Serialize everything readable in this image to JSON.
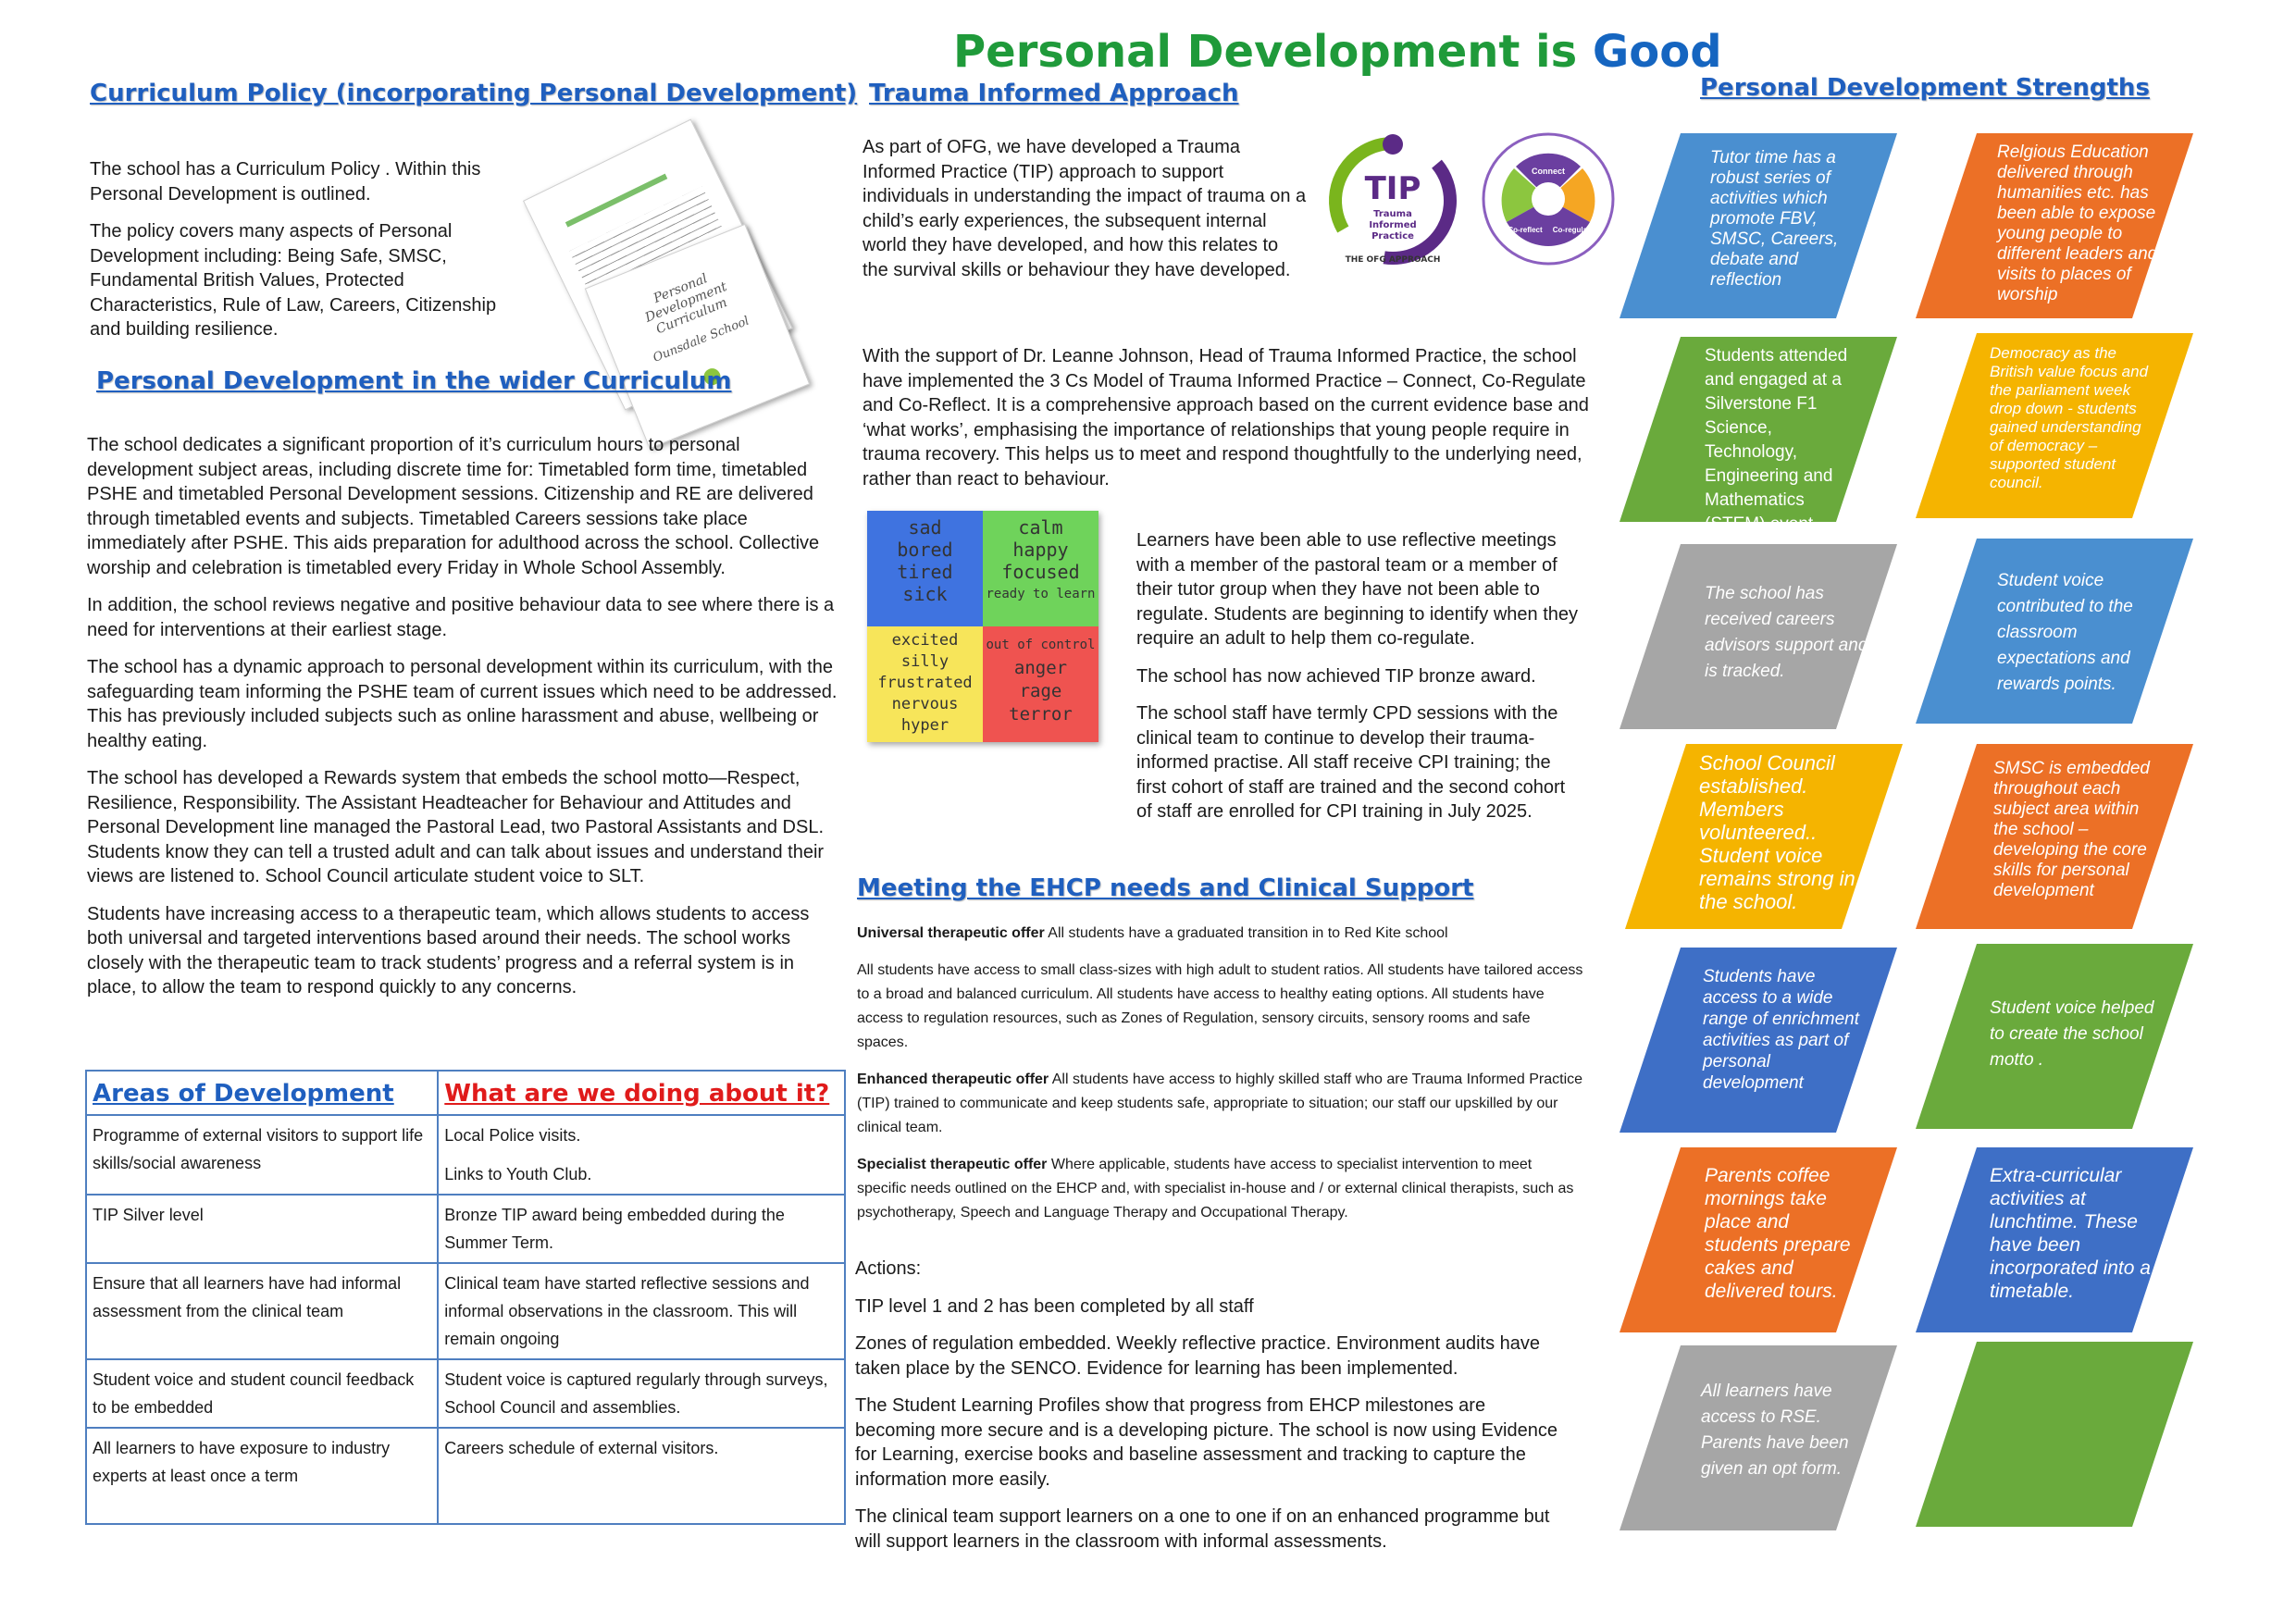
{
  "title": {
    "part1": "Personal Development is ",
    "part2": "Good"
  },
  "curriculum": {
    "heading": "Curriculum Policy (incorporating Personal Development)",
    "paragraphs": [
      "The school has a Curriculum Policy . Within this Personal Development is outlined.",
      "The policy covers many aspects of Personal Development including: Being Safe, SMSC, Fundamental British Values, Protected Characteristics, Rule of Law, Careers, Citizenship and building resilience."
    ],
    "doc_front_title": "Personal Development Curriculum",
    "doc_front_school": "Ounsdale School"
  },
  "wider": {
    "heading": "Personal Development in the wider Curriculum",
    "paragraphs": [
      "The school dedicates a significant proportion of it’s curriculum hours to personal development subject areas, including discrete time for: Timetabled form time, timetabled PSHE and timetabled Personal Development sessions. Citizenship and RE are delivered through timetabled events and subjects. Timetabled Careers sessions take place immediately after PSHE. This aids preparation for adulthood across the school. Collective worship and celebration is timetabled every Friday in Whole School Assembly.",
      "In addition, the school reviews negative and positive behaviour data to see where there is a need for interventions at their earliest stage.",
      "The school has a dynamic approach to personal development within its curriculum, with the safeguarding team informing the PSHE team of current issues which need to be addressed. This has previously included subjects such as online harassment and abuse, wellbeing or healthy eating.",
      "The school has developed a Rewards system that embeds the school motto—Respect, Resilience, Responsibility. The Assistant Headteacher for Behaviour and Attitudes and Personal Development line managed the Pastoral Lead, two Pastoral Assistants and DSL. Students know they can tell a trusted adult and can talk about issues and understand their views are listened to.  School Council articulate student voice to SLT.",
      "Students have increasing access to a therapeutic team, which allows students to access both universal and targeted interventions based around their needs. The school works closely with the therapeutic team to track students’  progress and a referral system is in place, to allow the team to respond quickly to any concerns."
    ]
  },
  "table": {
    "col1_header": "Areas of Development",
    "col2_header": "What are we doing about it?",
    "rows": [
      {
        "area": "Programme of external visitors to support life skills/social awareness",
        "action1": "Local Police visits.",
        "action2": "Links to Youth Club."
      },
      {
        "area": "TIP Silver level",
        "action1": "Bronze TIP award being embedded during the Summer Term.",
        "action2": ""
      },
      {
        "area": "Ensure that all learners have had informal assessment from the clinical team",
        "action1": "Clinical team have started reflective sessions and informal observations in the classroom. This will remain ongoing",
        "action2": ""
      },
      {
        "area": "Student voice and student council feedback to be embedded",
        "action1": "Student voice is captured regularly through surveys, School Council and assemblies.",
        "action2": ""
      },
      {
        "area": "All learners to have exposure to industry experts at least once a term",
        "action1": "Careers schedule of external visitors.",
        "action2": ""
      }
    ]
  },
  "trauma": {
    "heading": "Trauma Informed Approach",
    "intro": "As part of OFG, we have developed a  Trauma Informed Practice (TIP)  approach to support individuals in  understanding the    impact of trauma on a child’s early experiences, the subsequent internal world they have  developed, and how this relates to the survival skills or  behaviour they have developed.",
    "support": "With the support of Dr. Leanne Johnson,  Head of Trauma Informed  Practice, the school have implemented the 3 Cs Model of Trauma Informed Practice – Connect, Co-Regulate and Co-Reflect. It is a comprehensive   approach based on the  current evidence base and ‘what works’, emphasising the importance of   relationships that young people require in  trauma recovery. This helps us to meet and  respond thoughtfully to the underlying need, rather than react to behaviour.",
    "reflective": [
      "Learners have been able to use reflective meetings with a member of the pastoral team or a member of their tutor group when they have not been able to regulate. Students are beginning to identify when they require an adult to help them co-regulate.",
      "The school has now achieved TIP bronze award.",
      "The school staff have termly CPD sessions with the clinical team to continue to develop their trauma-informed practise. All staff receive CPI training; the first cohort of staff are trained and the second cohort of staff are enrolled for CPI training in July 2025."
    ],
    "tip_logo": {
      "big": "TIP",
      "line1": "Trauma",
      "line2": "Informed",
      "line3": "Practice",
      "arc": "THE OFG APPROACH"
    },
    "cs_logo": {
      "connect": "Connect",
      "reflect": "Co-reflect",
      "regulate": "Co-regulate"
    }
  },
  "zones": {
    "blue": [
      "sad",
      "bored",
      "tired",
      "sick"
    ],
    "green": [
      "calm",
      "happy",
      "focused",
      "ready to learn"
    ],
    "yellow": [
      "excited",
      "silly",
      "frustrated",
      "nervous",
      "hyper"
    ],
    "red": [
      "out of control",
      "anger",
      "rage",
      "terror"
    ]
  },
  "ehcp": {
    "heading": "Meeting the EHCP needs and Clinical Support",
    "universal_label": "Universal therapeutic offer",
    "universal_text": " All students have a graduated transition in to Red Kite school",
    "access_text": "All students have access to small class-sizes with high adult to student ratios. All students have tailored access to a broad and balanced curriculum. All students have access to healthy eating options. All students have access to regulation resources, such as Zones of Regulation, sensory circuits, sensory rooms and safe spaces.",
    "enhanced_label": "Enhanced therapeutic offer",
    "enhanced_text": " All students have access to highly skilled staff who are Trauma Informed Practice (TIP) trained to communicate and keep students safe, appropriate to situation; our staff our upskilled by our clinical team.",
    "specialist_label": "Specialist therapeutic offer",
    "specialist_text": " Where applicable, students have access to specialist intervention to meet specific needs outlined on the EHCP and, with specialist in-house and / or external clinical therapists, such as psychotherapy, Speech and Language Therapy and Occupational Therapy.",
    "actions_label": "Actions:",
    "actions": [
      "TIP level 1 and 2 has been completed by all staff",
      "Zones of regulation embedded. Weekly reflective practice. Environment audits have taken place by the SENCO. Evidence for learning has been implemented.",
      "The Student Learning Profiles show that progress from EHCP milestones are becoming more secure and is a developing picture. The school is now using Evidence for Learning, exercise books and baseline assessment and tracking to capture the information more easily.",
      "The clinical team support learners on a one to one if on an enhanced programme but will support learners in the classroom with informal assessments."
    ]
  },
  "strengths": {
    "heading": "Personal Development Strengths",
    "tiles": [
      {
        "text": "Tutor time has a robust series of activities which promote FBV, SMSC, Careers, debate and reflection",
        "color": "#4a8fd0"
      },
      {
        "text": "Relgious Education delivered through humanities etc. has been able to expose young people to different leaders and visits to places of worship",
        "color": "#ec7026"
      },
      {
        "text": "Students attended and engaged at a Silverstone F1 Science, Technology, Engineering and Mathematics (STEM) event.",
        "color": "#6aaa3c"
      },
      {
        "text": "Democracy as the British value focus and the parliament week drop down - students gained understanding of democracy – supported student council.",
        "color": "#f5b400"
      },
      {
        "text": "The school has received  careers advisors support and is tracked.",
        "color": "#a6a6a6"
      },
      {
        "text": "Student voice contributed to the classroom expectations and rewards points.",
        "color": "#4a8fd0"
      },
      {
        "text": "School Council established. Members volunteered.. Student voice remains strong in the school.",
        "color": "#f5b400"
      },
      {
        "text": "SMSC is embedded throughout each subject area within the school – developing the core skills for personal development",
        "color": "#ec7026"
      },
      {
        "text": "Students have access to a wide range of enrichment activities as part of personal development",
        "color": "#3e6fc6"
      },
      {
        "text": "Student voice helped to create the school motto .",
        "color": "#6aaa3c"
      },
      {
        "text": "Parents coffee mornings take place and students prepare cakes and delivered tours.",
        "color": "#ec7026"
      },
      {
        "text": "Extra-curricular activities at lunchtime. These have been incorporated into a timetable.",
        "color": "#3e6fc6"
      },
      {
        "text": "All learners have access to RSE. Parents have been given an opt form.",
        "color": "#a6a6a6"
      },
      {
        "text": "",
        "color": "#6aaa3c"
      }
    ]
  }
}
